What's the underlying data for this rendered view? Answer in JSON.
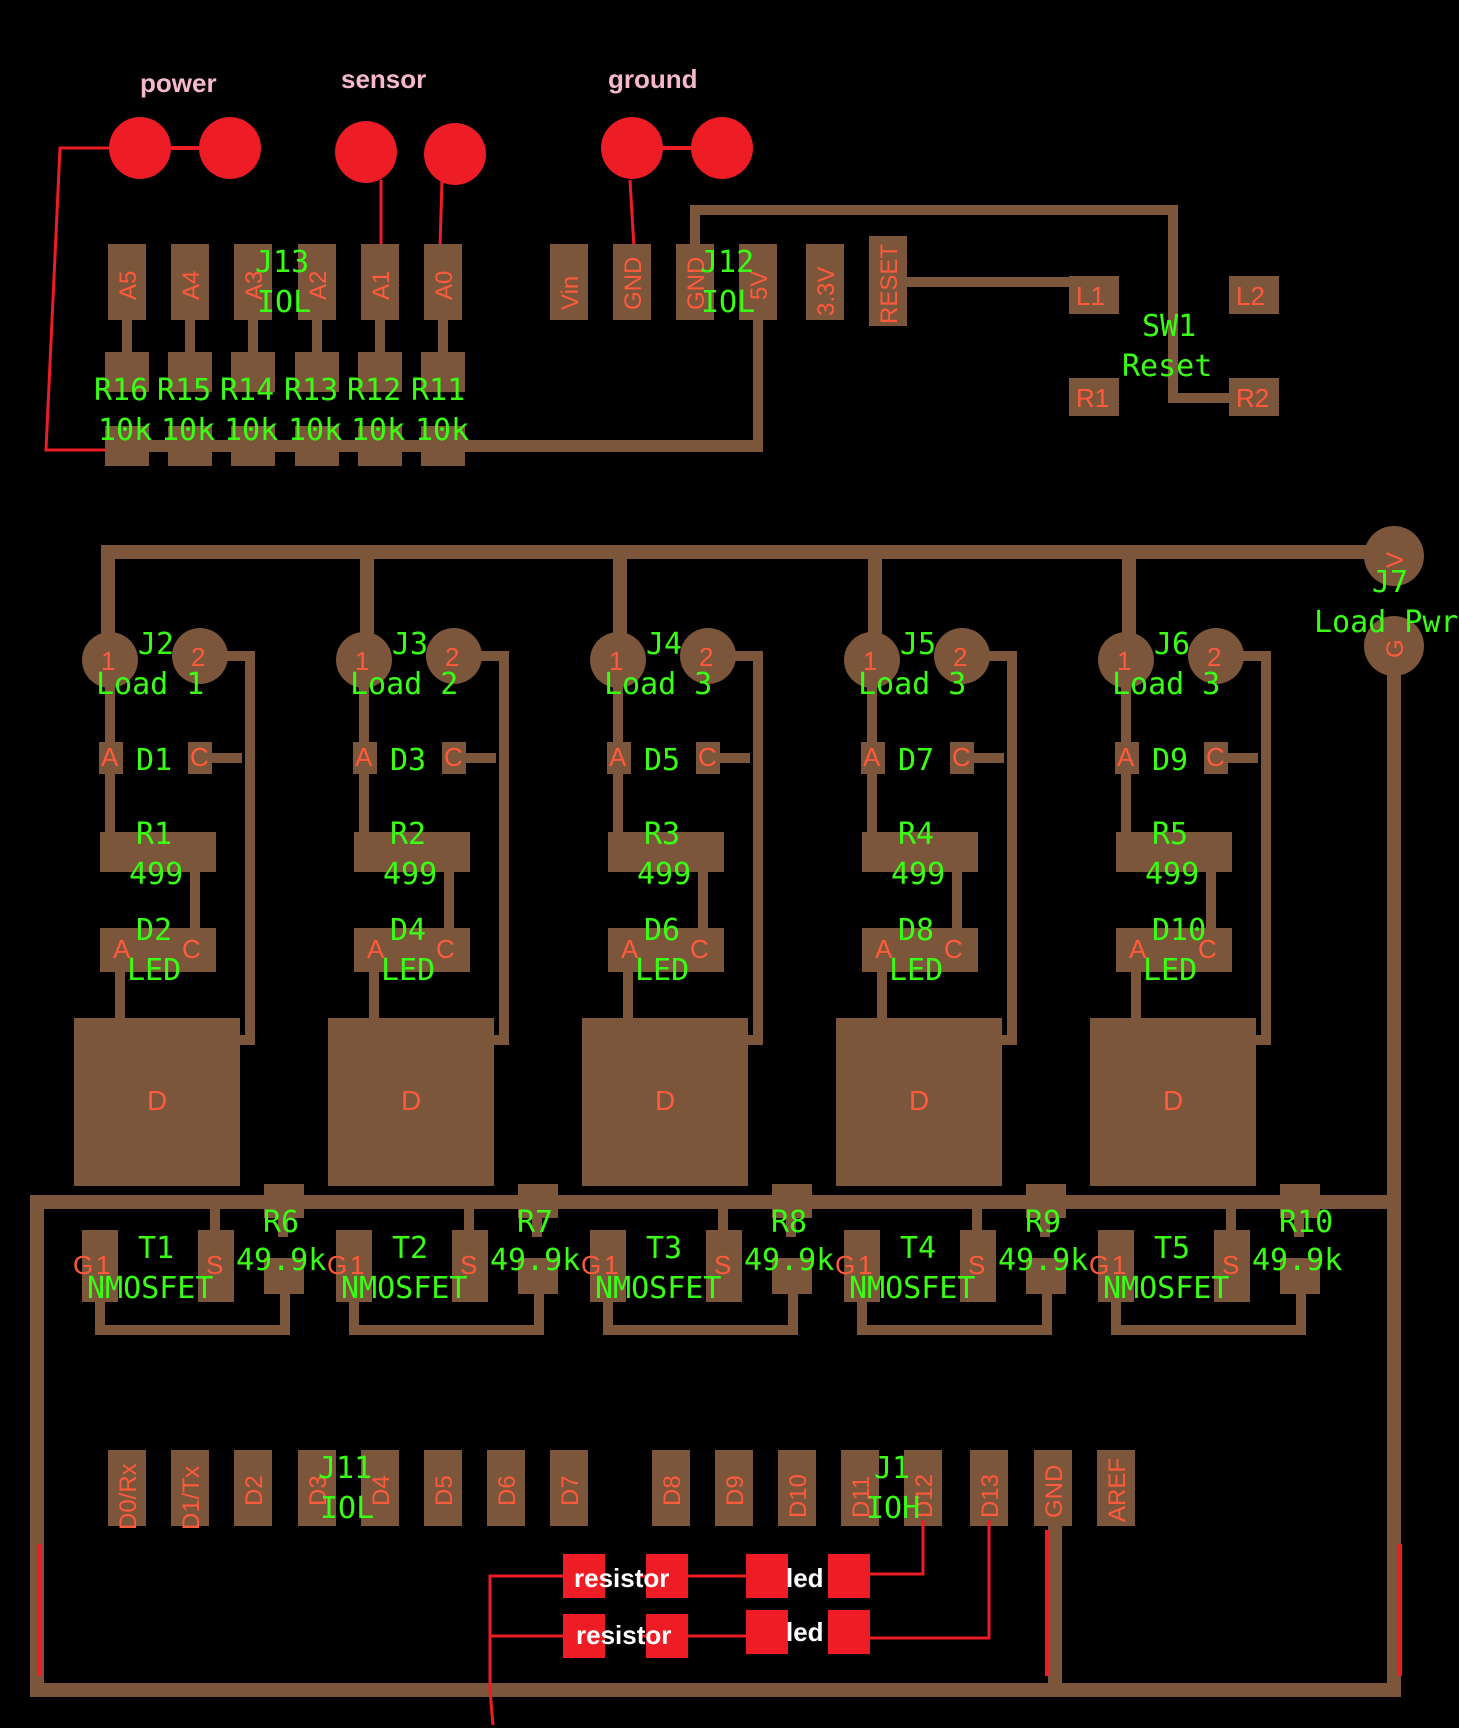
{
  "labels": {
    "power": "power",
    "sensor": "sensor",
    "ground": "ground",
    "resistor": "resistor",
    "led": "led"
  },
  "header_top": {
    "pins": [
      "A5",
      "A4",
      "A3",
      "A2",
      "A1",
      "A0"
    ],
    "ref": "J13",
    "value": "IOL"
  },
  "header_power": {
    "pins": [
      "Vin",
      "GND",
      "GND",
      "5V",
      "3.3V",
      "RESET"
    ],
    "ref": "J12",
    "value": "IOL"
  },
  "pullups": {
    "refs": [
      "R16",
      "R15",
      "R14",
      "R13",
      "R12",
      "R11"
    ],
    "values": [
      "10k",
      "10k",
      "10k",
      "10k",
      "10k",
      "10k"
    ]
  },
  "switch": {
    "ref": "SW1",
    "value": "Reset",
    "pins": [
      "L1",
      "L2",
      "R1",
      "R2"
    ]
  },
  "load_power": {
    "ref": "J7",
    "value": "Load Pwr",
    "pins": [
      "V",
      "G"
    ]
  },
  "channels": [
    {
      "conn": "J2",
      "conn_value": "Load 1",
      "diode": "D1",
      "res": "R1",
      "res_value": "499",
      "led": "D2",
      "led_value": "LED",
      "fet": "T1",
      "fet_value": "NMOSFET",
      "gate_res": "R6",
      "gate_res_value": "49.9k"
    },
    {
      "conn": "J3",
      "conn_value": "Load 2",
      "diode": "D3",
      "res": "R2",
      "res_value": "499",
      "led": "D4",
      "led_value": "LED",
      "fet": "T2",
      "fet_value": "NMOSFET",
      "gate_res": "R7",
      "gate_res_value": "49.9k"
    },
    {
      "conn": "J4",
      "conn_value": "Load 3",
      "diode": "D5",
      "res": "R3",
      "res_value": "499",
      "led": "D6",
      "led_value": "LED",
      "fet": "T3",
      "fet_value": "NMOSFET",
      "gate_res": "R8",
      "gate_res_value": "49.9k"
    },
    {
      "conn": "J5",
      "conn_value": "Load 3",
      "diode": "D7",
      "res": "R4",
      "res_value": "499",
      "led": "D8",
      "led_value": "LED",
      "fet": "T4",
      "fet_value": "NMOSFET",
      "gate_res": "R9",
      "gate_res_value": "49.9k"
    },
    {
      "conn": "J6",
      "conn_value": "Load 3",
      "diode": "D9",
      "res": "R5",
      "res_value": "499",
      "led": "D10",
      "led_value": "LED",
      "fet": "T5",
      "fet_value": "NMOSFET",
      "gate_res": "R10",
      "gate_res_value": "49.9k"
    }
  ],
  "pad_marks": {
    "conn_pins": [
      "1",
      "2"
    ],
    "diode_pins": [
      "A",
      "C"
    ],
    "fet_pins": [
      "G",
      "1",
      "S",
      "D"
    ]
  },
  "header_j11": {
    "pins": [
      "D0/Rx",
      "D1/Tx",
      "D2",
      "D3",
      "D4",
      "D5",
      "D6",
      "D7"
    ],
    "ref": "J11",
    "value": "IOL"
  },
  "header_j1": {
    "pins": [
      "D8",
      "D9",
      "D10",
      "D11",
      "D12",
      "D13",
      "GND",
      "AREF"
    ],
    "ref": "J1",
    "value": "IOH"
  }
}
